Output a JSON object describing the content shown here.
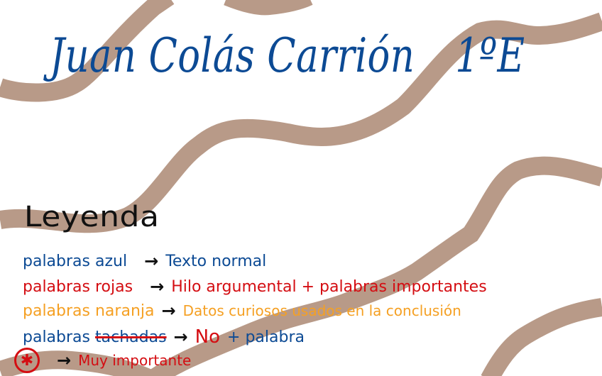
{
  "colors": {
    "band": "#b89a88",
    "blue": "#0c4a94",
    "red": "#d40d12",
    "orange": "#f5a023",
    "black": "#111111"
  },
  "header": {
    "name": "Juan Colás Carrión",
    "grade": "1ºE"
  },
  "legend": {
    "title": "Leyenda",
    "arrow": "→",
    "rows": [
      {
        "term": "palabras azul",
        "meaning": "Texto normal"
      },
      {
        "term": "palabras rojas",
        "meaning": "Hilo argumental + palabras importantes"
      },
      {
        "term": "palabras naranja",
        "meaning": "Datos curiosos usados en la conclusión"
      },
      {
        "term_prefix": "palabras",
        "term_struck": "tachadas",
        "meaning_strong": "No",
        "meaning": "+ palabra"
      },
      {
        "symbol": "✱",
        "icon": "circled-asterisk-icon",
        "meaning": "Muy importante"
      }
    ]
  }
}
